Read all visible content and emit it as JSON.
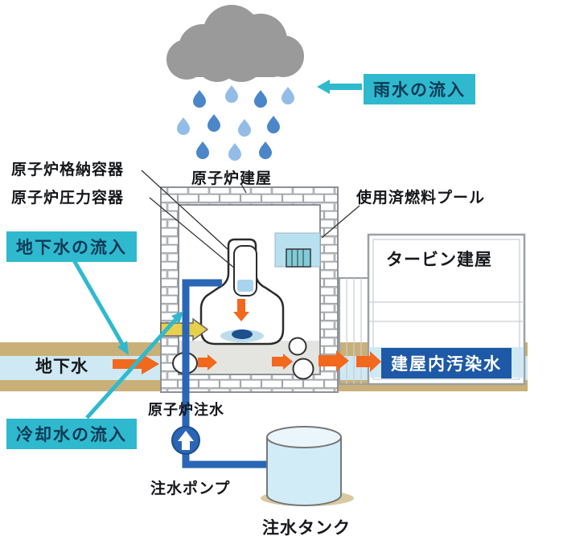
{
  "labels": {
    "rain_inflow": "雨水の流入",
    "reactor_containment": "原子炉格納容器",
    "reactor_building": "原子炉建屋",
    "reactor_pressure": "原子炉圧力容器",
    "spent_fuel_pool": "使用済燃料プール",
    "groundwater_inflow": "地下水の流入",
    "turbine_building": "タービン建屋",
    "groundwater": "地下水",
    "contaminated_water": "建屋内汚染水",
    "reactor_injection": "原子炉注水",
    "cooling_inflow": "冷却水の流入",
    "injection_pump": "注水ポンプ",
    "injection_tank": "注水タンク"
  },
  "colors": {
    "accent_cyan": "#2fb9cf",
    "cyan_text": "#0e3a55",
    "navy": "#1d59a6",
    "flow_orange": "#f2681c",
    "pipe_blue": "#2a66b5",
    "cloud_gray": "#9a9a9a",
    "drop_dark": "#4b86c9",
    "drop_light": "#93bde6",
    "soil_tan": "#c9b078",
    "water_blue": "#cfe9f4",
    "tank_blue": "#d2ecf7"
  }
}
